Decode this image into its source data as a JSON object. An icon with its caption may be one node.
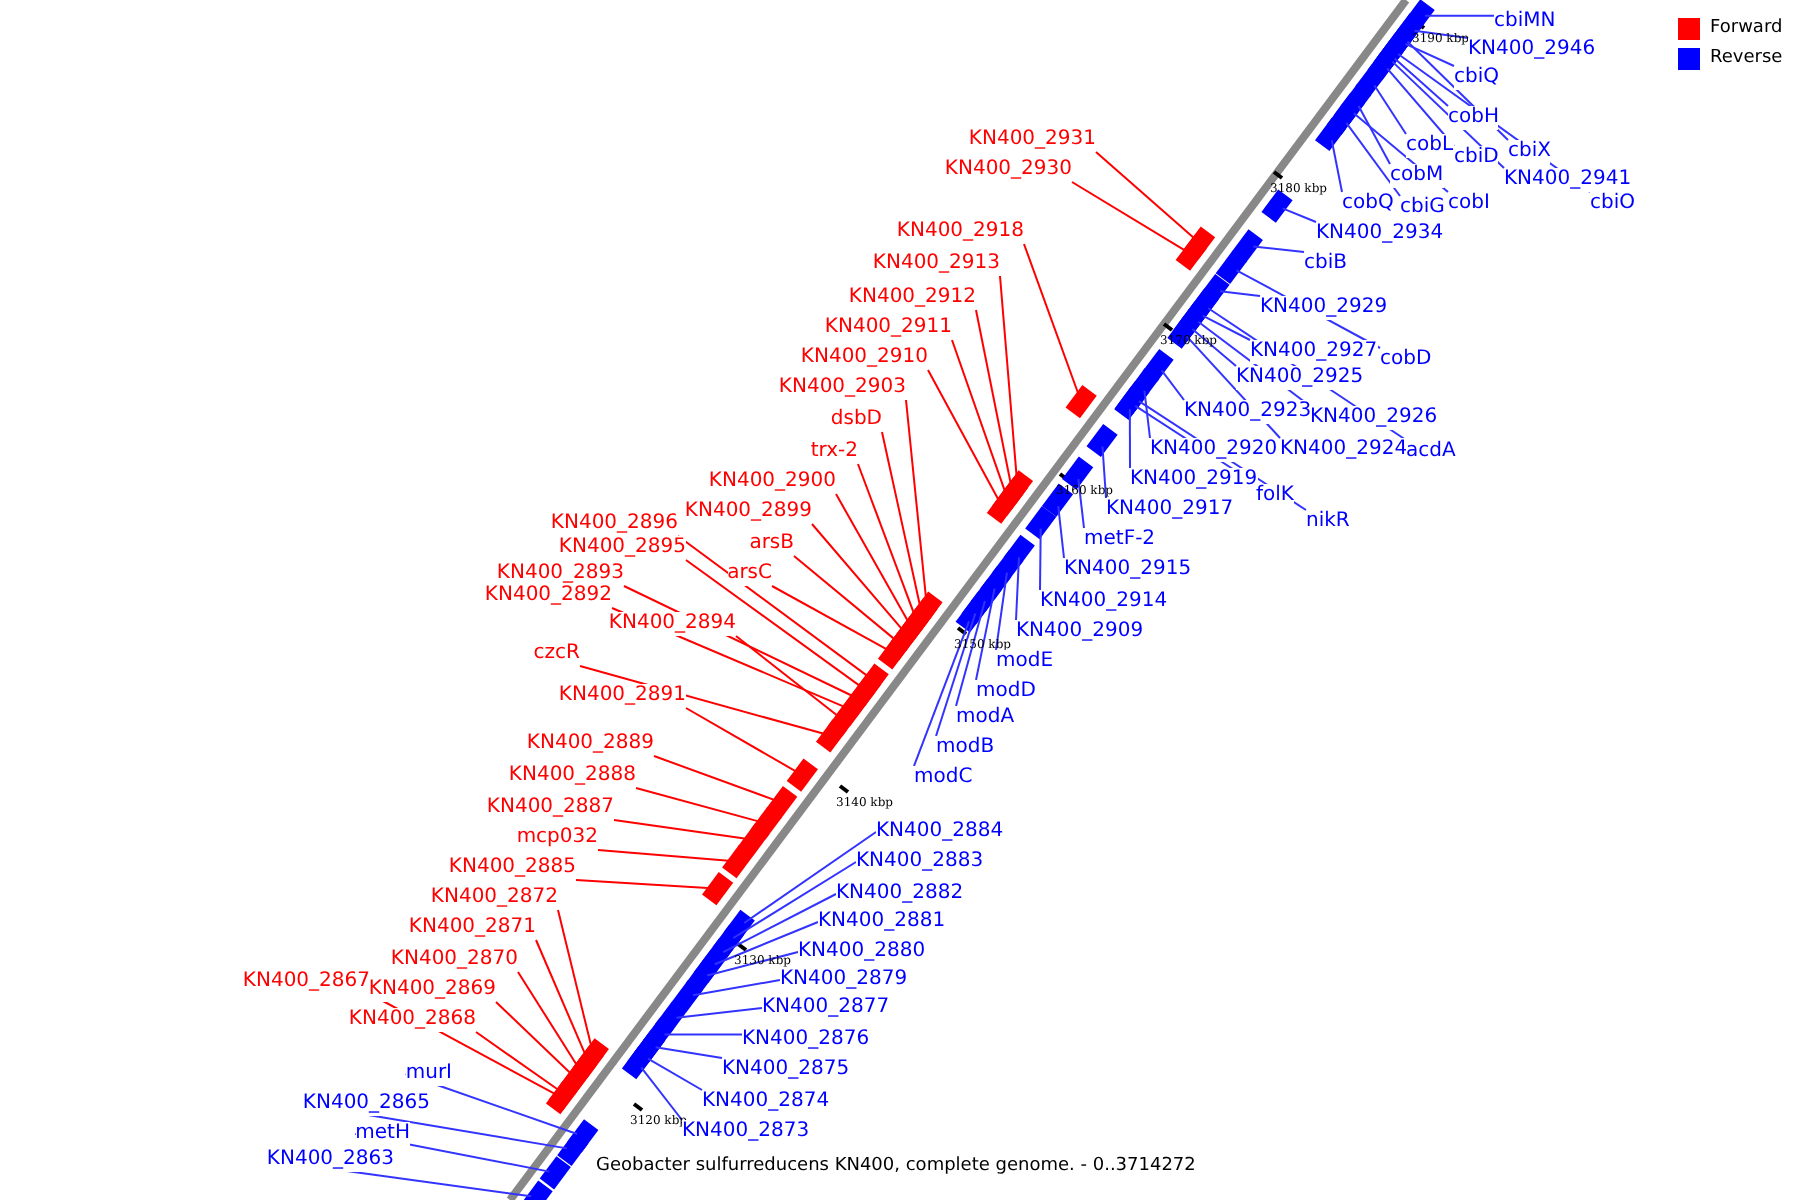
{
  "diagram": {
    "caption": "Geobacter sulfurreducens KN400, complete genome. - 0..3714272",
    "nodes": [
      {
        "text": [
          "KN400_2931"
        ]
      },
      {
        "text": [
          "KN400_2930"
        ]
      },
      {
        "text": [
          "KN400_2918"
        ]
      },
      {
        "text": [
          "KN400_2913"
        ]
      },
      {
        "text": [
          "KN400_2912"
        ]
      },
      {
        "text": [
          "KN400_2911"
        ]
      },
      {
        "text": [
          "KN400_2910"
        ]
      },
      {
        "text": [
          "KN400_2903"
        ]
      },
      {
        "text": [
          "dsbD"
        ]
      },
      {
        "text": [
          "trx-2"
        ]
      },
      {
        "text": [
          "KN400_2900"
        ]
      },
      {
        "text": [
          "KN400_2899"
        ]
      },
      {
        "text": [
          "arsB"
        ]
      },
      {
        "text": [
          "arsC"
        ]
      },
      {
        "text": [
          "KN400_2896"
        ]
      },
      {
        "text": [
          "KN400_2895"
        ]
      },
      {
        "text": [
          "KN400_2893"
        ]
      },
      {
        "text": [
          "KN400_2892"
        ]
      },
      {
        "text": [
          "KN400_2894"
        ]
      },
      {
        "text": [
          "czcR"
        ]
      },
      {
        "text": [
          "KN400_2891"
        ]
      },
      {
        "text": [
          "KN400_2889"
        ]
      },
      {
        "text": [
          "KN400_2888"
        ]
      },
      {
        "text": [
          "KN400_2887"
        ]
      },
      {
        "text": [
          "mcp032"
        ]
      },
      {
        "text": [
          "KN400_2885"
        ]
      },
      {
        "text": [
          "KN400_2872"
        ]
      },
      {
        "text": [
          "KN400_2871"
        ]
      },
      {
        "text": [
          "KN400_2870"
        ]
      },
      {
        "text": [
          "KN400_2867"
        ]
      },
      {
        "text": [
          "KN400_2869"
        ]
      },
      {
        "text": [
          "KN400_2868"
        ]
      },
      {
        "text": [
          "cbiMN"
        ]
      },
      {
        "text": [
          "KN400_2946"
        ]
      },
      {
        "text": [
          "cbiQ"
        ]
      },
      {
        "text": [
          "cobH"
        ]
      },
      {
        "text": [
          "cobL"
        ]
      },
      {
        "text": [
          "cbiX"
        ]
      },
      {
        "text": [
          "cbiD"
        ]
      },
      {
        "text": [
          "KN400_2941"
        ]
      },
      {
        "text": [
          "cobM"
        ]
      },
      {
        "text": [
          "cobQ"
        ]
      },
      {
        "text": [
          "cbiG"
        ]
      },
      {
        "text": [
          "cobI"
        ]
      },
      {
        "text": [
          "cbiO"
        ]
      },
      {
        "text": [
          "KN400_2934"
        ]
      },
      {
        "text": [
          "cbiB"
        ]
      },
      {
        "text": [
          "KN400_2929"
        ]
      },
      {
        "text": [
          "KN400_2927"
        ]
      },
      {
        "text": [
          "cobD"
        ]
      },
      {
        "text": [
          "KN400_2925"
        ]
      },
      {
        "text": [
          "KN400_2923"
        ]
      },
      {
        "text": [
          "KN400_2926"
        ]
      },
      {
        "text": [
          "KN400_2920"
        ]
      },
      {
        "text": [
          "KN400_2924"
        ]
      },
      {
        "text": [
          "acdA"
        ]
      },
      {
        "text": [
          "KN400_2919"
        ]
      },
      {
        "text": [
          "folK"
        ]
      },
      {
        "text": [
          "KN400_2917"
        ]
      },
      {
        "text": [
          "nikR"
        ]
      },
      {
        "text": [
          "metF-2"
        ]
      },
      {
        "text": [
          "KN400_2915"
        ]
      },
      {
        "text": [
          "KN400_2914"
        ]
      },
      {
        "text": [
          "KN400_2909"
        ]
      },
      {
        "text": [
          "modE"
        ]
      },
      {
        "text": [
          "modD"
        ]
      },
      {
        "text": [
          "modA"
        ]
      },
      {
        "text": [
          "modB"
        ]
      },
      {
        "text": [
          "modC"
        ]
      },
      {
        "text": [
          "KN400_2884"
        ]
      },
      {
        "text": [
          "KN400_2883"
        ]
      },
      {
        "text": [
          "KN400_2882"
        ]
      },
      {
        "text": [
          "KN400_2881"
        ]
      },
      {
        "text": [
          "KN400_2880"
        ]
      },
      {
        "text": [
          "KN400_2879"
        ]
      },
      {
        "text": [
          "KN400_2877"
        ]
      },
      {
        "text": [
          "KN400_2876"
        ]
      },
      {
        "text": [
          "KN400_2875"
        ]
      },
      {
        "text": [
          "KN400_2874"
        ]
      },
      {
        "text": [
          "KN400_2873"
        ]
      },
      {
        "text": [
          "murI"
        ]
      },
      {
        "text": [
          "KN400_2865"
        ]
      },
      {
        "text": [
          "metH"
        ]
      },
      {
        "text": [
          "KN400_2863"
        ]
      },
      {
        "text": [],
        "shape": "bar"
      },
      {
        "text": [],
        "shape": "bar"
      },
      {
        "text": [],
        "shape": "bar"
      },
      {
        "text": [],
        "shape": "bar"
      },
      {
        "text": [],
        "shape": "bar"
      },
      {
        "text": [],
        "shape": "bar"
      },
      {
        "text": [],
        "shape": "bar"
      },
      {
        "text": [],
        "shape": "bar"
      },
      {
        "text": [],
        "shape": "bar"
      },
      {
        "text": [],
        "shape": "bar"
      },
      {
        "text": [],
        "shape": "bar"
      },
      {
        "text": [],
        "shape": "bar"
      },
      {
        "text": [],
        "shape": "bar"
      },
      {
        "text": [],
        "shape": "bar"
      },
      {
        "text": [],
        "shape": "bar"
      },
      {
        "text": [],
        "shape": "bar"
      },
      {
        "text": [],
        "shape": "bar"
      },
      {
        "text": [],
        "shape": "bar"
      },
      {
        "text": [],
        "shape": "bar"
      },
      {
        "text": [],
        "shape": "bar"
      },
      {
        "text": [],
        "shape": "bar"
      },
      {
        "text": [],
        "shape": "bar"
      },
      {
        "text": [],
        "shape": "bar"
      },
      {
        "text": [],
        "shape": "bar"
      },
      {
        "text": [],
        "shape": "bar"
      },
      {
        "text": [],
        "shape": "bar"
      },
      {
        "text": [],
        "shape": "bar"
      },
      {
        "text": [],
        "shape": "bar"
      },
      {
        "text": [],
        "shape": "bar"
      },
      {
        "text": [],
        "shape": "bar"
      },
      {
        "text": [],
        "shape": "bar"
      },
      {
        "text": [],
        "shape": "bar"
      },
      {
        "text": [],
        "shape": "bar"
      },
      {
        "text": [],
        "shape": "bar"
      },
      {
        "text": [],
        "shape": "bar"
      },
      {
        "text": [],
        "shape": "bar"
      },
      {
        "text": [],
        "shape": "bar"
      },
      {
        "text": [],
        "shape": "bar"
      },
      {
        "text": [],
        "shape": "bar"
      },
      {
        "text": [],
        "shape": "bar"
      },
      {
        "text": [],
        "shape": "bar"
      },
      {
        "text": [],
        "shape": "bar"
      },
      {
        "text": [],
        "shape": "bar"
      },
      {
        "text": [],
        "shape": "bar"
      },
      {
        "text": [],
        "shape": "bar"
      },
      {
        "text": [],
        "shape": "bar"
      },
      {
        "text": [],
        "shape": "bar"
      },
      {
        "text": [],
        "shape": "bar"
      },
      {
        "text": [],
        "shape": "bar"
      },
      {
        "text": [],
        "shape": "bar"
      },
      {
        "text": [],
        "shape": "bar"
      },
      {
        "text": [],
        "shape": "bar"
      },
      {
        "text": [],
        "shape": "bar"
      },
      {
        "text": [],
        "shape": "bar"
      },
      {
        "text": [],
        "shape": "bar"
      },
      {
        "text": [],
        "shape": "bar"
      },
      {
        "text": [],
        "shape": "bar"
      },
      {
        "text": [],
        "shape": "bar"
      },
      {
        "text": [],
        "shape": "bar"
      },
      {
        "text": [],
        "shape": "bar"
      },
      {
        "text": [],
        "shape": "bar"
      },
      {
        "text": [],
        "shape": "bar"
      },
      {
        "text": [],
        "shape": "bar"
      },
      {
        "text": [],
        "shape": "bar"
      },
      {
        "text": [],
        "shape": "bar"
      },
      {
        "text": [],
        "shape": "bar"
      },
      {
        "text": [],
        "shape": "bar"
      },
      {
        "text": [],
        "shape": "bar"
      },
      {
        "text": [],
        "shape": "bar"
      },
      {
        "text": [],
        "shape": "bar"
      },
      {
        "text": [],
        "shape": "bar"
      },
      {
        "text": [],
        "shape": "bar"
      },
      {
        "text": [],
        "shape": "bar"
      },
      {
        "text": [],
        "shape": "bar"
      },
      {
        "text": [],
        "shape": "bar"
      },
      {
        "text": [],
        "shape": "bar"
      },
      {
        "text": [],
        "shape": "bar"
      },
      {
        "text": [],
        "shape": "bar"
      },
      {
        "text": [],
        "shape": "bar"
      },
      {
        "text": [],
        "shape": "bar"
      },
      {
        "text": [],
        "shape": "bar"
      },
      {
        "text": [],
        "shape": "bar"
      },
      {
        "text": [],
        "shape": "bar"
      },
      {
        "text": [],
        "shape": "bar"
      }
    ],
    "edges": [
      {
        "from": 0,
        "to": 84,
        "arrow": "none",
        "color": "#ff0000"
      },
      {
        "from": 1,
        "to": 85,
        "arrow": "none",
        "color": "#ff0000"
      },
      {
        "from": 2,
        "to": 86,
        "arrow": "none",
        "color": "#ff0000"
      },
      {
        "from": 3,
        "to": 87,
        "arrow": "none",
        "color": "#ff0000"
      },
      {
        "from": 4,
        "to": 88,
        "arrow": "none",
        "color": "#ff0000"
      },
      {
        "from": 5,
        "to": 89,
        "arrow": "none",
        "color": "#ff0000"
      },
      {
        "from": 6,
        "to": 90,
        "arrow": "none",
        "color": "#ff0000"
      },
      {
        "from": 7,
        "to": 91,
        "arrow": "none",
        "color": "#ff0000"
      },
      {
        "from": 8,
        "to": 92,
        "arrow": "none",
        "color": "#ff0000"
      },
      {
        "from": 9,
        "to": 93,
        "arrow": "none",
        "color": "#ff0000"
      },
      {
        "from": 10,
        "to": 94,
        "arrow": "none",
        "color": "#ff0000"
      },
      {
        "from": 11,
        "to": 95,
        "arrow": "none",
        "color": "#ff0000"
      },
      {
        "from": 12,
        "to": 96,
        "arrow": "none",
        "color": "#ff0000"
      },
      {
        "from": 13,
        "to": 97,
        "arrow": "none",
        "color": "#ff0000"
      },
      {
        "from": 14,
        "to": 98,
        "arrow": "none",
        "color": "#ff0000"
      },
      {
        "from": 15,
        "to": 99,
        "arrow": "none",
        "color": "#ff0000"
      },
      {
        "from": 16,
        "to": 100,
        "arrow": "none",
        "color": "#ff0000"
      },
      {
        "from": 17,
        "to": 101,
        "arrow": "none",
        "color": "#ff0000"
      },
      {
        "from": 18,
        "to": 102,
        "arrow": "none",
        "color": "#ff0000"
      },
      {
        "from": 19,
        "to": 103,
        "arrow": "none",
        "color": "#ff0000"
      },
      {
        "from": 20,
        "to": 104,
        "arrow": "none",
        "color": "#ff0000"
      },
      {
        "from": 21,
        "to": 105,
        "arrow": "none",
        "color": "#ff0000"
      },
      {
        "from": 22,
        "to": 106,
        "arrow": "none",
        "color": "#ff0000"
      },
      {
        "from": 23,
        "to": 107,
        "arrow": "none",
        "color": "#ff0000"
      },
      {
        "from": 24,
        "to": 108,
        "arrow": "none",
        "color": "#ff0000"
      },
      {
        "from": 25,
        "to": 109,
        "arrow": "none",
        "color": "#ff0000"
      },
      {
        "from": 26,
        "to": 110,
        "arrow": "none",
        "color": "#ff0000"
      },
      {
        "from": 27,
        "to": 111,
        "arrow": "none",
        "color": "#ff0000"
      },
      {
        "from": 28,
        "to": 112,
        "arrow": "none",
        "color": "#ff0000"
      },
      {
        "from": 29,
        "to": 113,
        "arrow": "none",
        "color": "#ff0000"
      },
      {
        "from": 30,
        "to": 114,
        "arrow": "none",
        "color": "#ff0000"
      },
      {
        "from": 31,
        "to": 115,
        "arrow": "none",
        "color": "#ff0000"
      },
      {
        "from": 32,
        "to": 116,
        "arrow": "none"
      },
      {
        "from": 33,
        "to": 117,
        "arrow": "none"
      },
      {
        "from": 34,
        "to": 118,
        "arrow": "none"
      },
      {
        "from": 35,
        "to": 119,
        "arrow": "none"
      },
      {
        "from": 36,
        "to": 120,
        "arrow": "none"
      },
      {
        "from": 37,
        "to": 121,
        "arrow": "none"
      },
      {
        "from": 38,
        "to": 122,
        "arrow": "none"
      },
      {
        "from": 39,
        "to": 123,
        "arrow": "none"
      },
      {
        "from": 40,
        "to": 124,
        "arrow": "none"
      },
      {
        "from": 41,
        "to": 125,
        "arrow": "none"
      },
      {
        "from": 42,
        "to": 126,
        "arrow": "none"
      },
      {
        "from": 43,
        "to": 127,
        "arrow": "none"
      },
      {
        "from": 44,
        "to": 128,
        "arrow": "none"
      },
      {
        "from": 45,
        "to": 129,
        "arrow": "none"
      },
      {
        "from": 46,
        "to": 130,
        "arrow": "none"
      },
      {
        "from": 47,
        "to": 131,
        "arrow": "none"
      },
      {
        "from": 48,
        "to": 132,
        "arrow": "none"
      },
      {
        "from": 49,
        "to": 133,
        "arrow": "none"
      },
      {
        "from": 50,
        "to": 134,
        "arrow": "none"
      },
      {
        "from": 51,
        "to": 135,
        "arrow": "none"
      },
      {
        "from": 52,
        "to": 136,
        "arrow": "none"
      },
      {
        "from": 53,
        "to": 137,
        "arrow": "none"
      },
      {
        "from": 54,
        "to": 138,
        "arrow": "none"
      },
      {
        "from": 55,
        "to": 139,
        "arrow": "none"
      },
      {
        "from": 56,
        "to": 140,
        "arrow": "none"
      },
      {
        "from": 57,
        "to": 141,
        "arrow": "none"
      },
      {
        "from": 58,
        "to": 142,
        "arrow": "none"
      },
      {
        "from": 59,
        "to": 143,
        "arrow": "none"
      },
      {
        "from": 60,
        "to": 144,
        "arrow": "none"
      },
      {
        "from": 61,
        "to": 145,
        "arrow": "none"
      },
      {
        "from": 62,
        "to": 146,
        "arrow": "none"
      },
      {
        "from": 63,
        "to": 147,
        "arrow": "none"
      },
      {
        "from": 64,
        "to": 148,
        "arrow": "none"
      },
      {
        "from": 65,
        "to": 149,
        "arrow": "none"
      },
      {
        "from": 66,
        "to": 150,
        "arrow": "none"
      },
      {
        "from": 67,
        "to": 151,
        "arrow": "none"
      },
      {
        "from": 68,
        "to": 152,
        "arrow": "none"
      },
      {
        "from": 69,
        "to": 153,
        "arrow": "none"
      },
      {
        "from": 70,
        "to": 154,
        "arrow": "none"
      },
      {
        "from": 71,
        "to": 155,
        "arrow": "none"
      },
      {
        "from": 72,
        "to": 156,
        "arrow": "none"
      },
      {
        "from": 73,
        "to": 157,
        "arrow": "none"
      },
      {
        "from": 74,
        "to": 158,
        "arrow": "none"
      },
      {
        "from": 75,
        "to": 159,
        "arrow": "none"
      },
      {
        "from": 76,
        "to": 160,
        "arrow": "none"
      },
      {
        "from": 77,
        "to": 161,
        "arrow": "none"
      },
      {
        "from": 78,
        "to": 162,
        "arrow": "none"
      },
      {
        "from": 79,
        "to": 163,
        "arrow": "none"
      },
      {
        "from": 80,
        "to": 164,
        "arrow": "none"
      },
      {
        "from": 81,
        "to": 165,
        "arrow": "none"
      },
      {
        "from": 82,
        "to": 166,
        "arrow": "none"
      },
      {
        "from": 83,
        "to": 167,
        "arrow": "none"
      }
    ],
    "labels": [
      "3190 kbp",
      "3180 kbp",
      "3170 kbp",
      "3160 kbp",
      "3150 kbp",
      "3140 kbp",
      "3130 kbp",
      "3120 kbp"
    ],
    "legend": [
      {
        "text": "Forward",
        "color": "#ff0000"
      },
      {
        "text": "Reverse",
        "color": "#0000ff"
      }
    ]
  }
}
